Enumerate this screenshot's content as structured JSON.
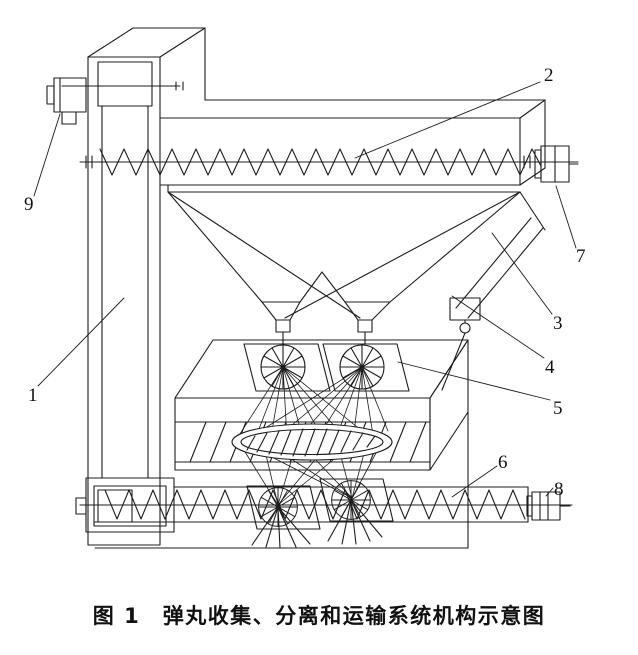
{
  "figure": {
    "caption": "图 1　弹丸收集、分离和运输系统机构示意图",
    "labels": [
      "1",
      "2",
      "3",
      "4",
      "5",
      "6",
      "7",
      "8",
      "9"
    ],
    "colors": {
      "ink": "#1c1c1c",
      "background": "#ffffff"
    }
  }
}
